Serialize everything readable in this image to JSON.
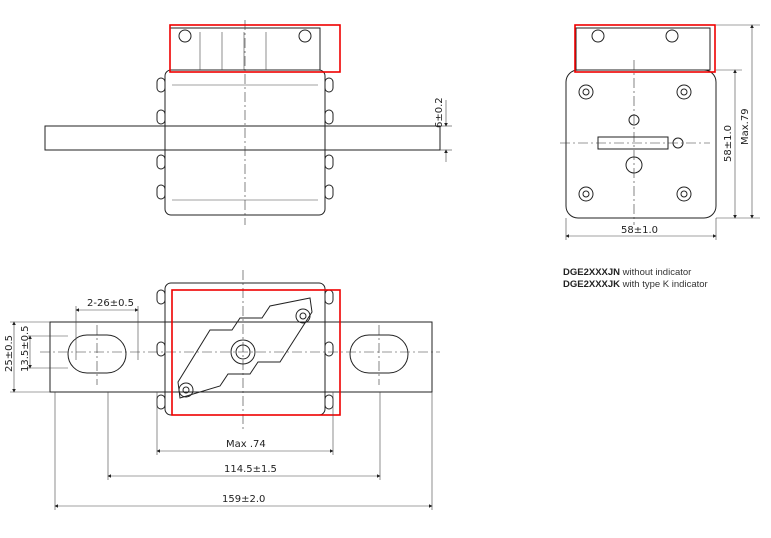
{
  "dimensions": {
    "bar_thickness": "6±0.2",
    "height_58_vertical": "58±1.0",
    "max_height": "Max.79",
    "width_58": "58±1.0",
    "slot": "2-26±0.5",
    "bar_width": "25±0.5",
    "slot_width": "13.5±0.5",
    "max_body": "Max .74",
    "slot_spacing": "114.5±1.5",
    "total_length": "159±2.0"
  },
  "legend": [
    {
      "code": "DGE2XXXJN",
      "desc": "without indicator"
    },
    {
      "code": "DGE2XXXJK",
      "desc": "with type K indicator"
    }
  ],
  "colors": {
    "highlight": "#e00000",
    "line": "#222222"
  }
}
